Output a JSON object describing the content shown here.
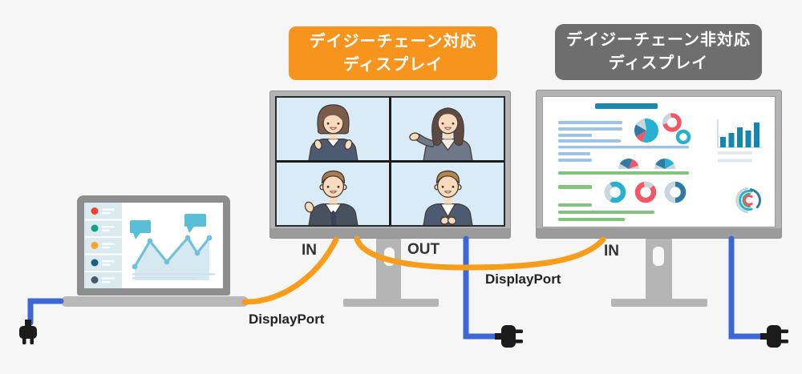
{
  "scene": {
    "background": "#f6f6f6",
    "description": "DisplayPort daisy-chain wiring diagram: laptop connects to a daisy-chain capable display (IN/OUT) which connects to a non-capable display (IN)"
  },
  "badges": {
    "capable": {
      "line1": "デイジーチェーン対応",
      "line2": "ディスプレイ",
      "bg": "#f7941d"
    },
    "incapable": {
      "line1": "デイジーチェーン非対応",
      "line2": "ディスプレイ",
      "bg": "#6e6e6e"
    }
  },
  "ports": {
    "monitor1_in": "IN",
    "monitor1_out": "OUT",
    "monitor2_in": "IN"
  },
  "cables": {
    "label_laptop_to_monitor1": "DisplayPort",
    "label_monitor1_to_monitor2": "DisplayPort",
    "displayport_cable_color": "#f89c1b",
    "power_cable_color": "#3d66d6",
    "plug_color": "#1c1c1c"
  },
  "devices": {
    "laptop": {
      "screen": "analytics-app-with-line-chart"
    },
    "monitor1": {
      "screen": "video-call-grid",
      "participants": 4
    },
    "monitor2": {
      "screen": "charts-dashboard"
    }
  },
  "palette": {
    "monitor_bezel": "#b3b3b3",
    "monitor_bezel_bottom": "#9b9b9b",
    "videocall_bg": "#d9ebf7",
    "teal": "#29b0d0",
    "dark_blue": "#2e7ca3",
    "red": "#f25767",
    "green": "#82c37e",
    "light_blue": "#9fc3e4"
  }
}
